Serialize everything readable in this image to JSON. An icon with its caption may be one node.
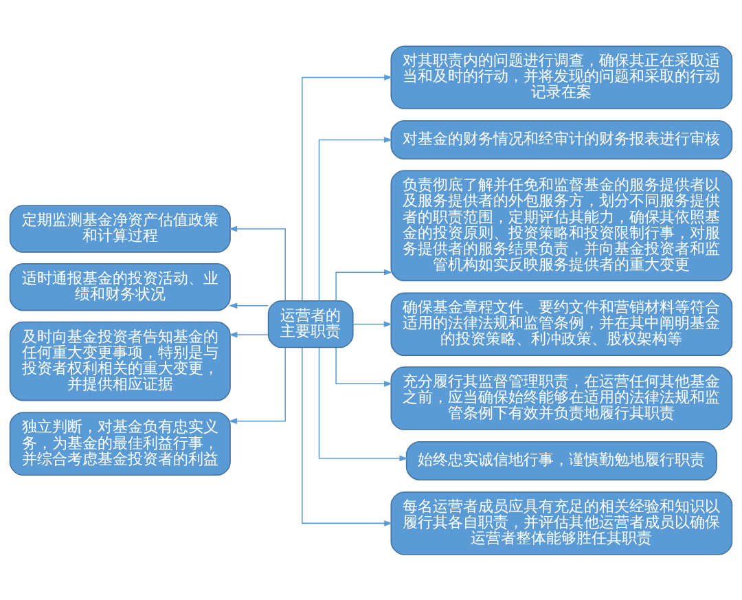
{
  "diagram": {
    "nodes": [
      {
        "text": [
          "运营者的主要职责"
        ]
      },
      {
        "text": [
          "定期监测基金净资产估值政策和计算过程"
        ]
      },
      {
        "text": [
          "适时通报基金的投资活动、业绩和财务状况"
        ]
      },
      {
        "text": [
          "及时向基金投资者告知基金的任何重大变更事项，特别是与投资者权利相关的重大变更，并提供相应证据"
        ]
      },
      {
        "text": [
          "独立判断，对基金负有忠实义务，为基金的最佳利益行事，并综合考虑基金投资者的利益"
        ]
      },
      {
        "text": [
          "对其职责内的问题进行调查，确保其正在采取适当和及时的行动，并将发现的问题和采取的行动记录在案"
        ]
      },
      {
        "text": [
          "对基金的财务情况和经审计的财务报表进行审核"
        ]
      },
      {
        "text": [
          "负责彻底了解并任免和监督基金的服务提供者以及服务提供者的外包服务方，划分不同服务提供者的职责范围，定期评估其能力，确保其依照基金的投资原则、投资策略和投资限制行事，对服务提供者的服务结果负责，并向基金投资者和监管机构如实反映服务提供者的重大变更"
        ]
      },
      {
        "text": [
          "确保基金章程文件、要约文件和营销材料等符合适用的法律法规和监管条例，并在其中阐明基金的投资策略、利冲政策、股权架构等"
        ]
      },
      {
        "text": [
          "充分履行其监督管理职责，在运营任何其他基金之前，应当确保始终能够在适用的法律法规和监管条例下有效并负责地履行其职责"
        ]
      },
      {
        "text": [
          "始终忠实诚信地行事，谨慎勤勉地履行职责"
        ]
      },
      {
        "text": [
          "每名运营者成员应具有充足的相关经验和知识以履行其各自职责，并评估其他运营者成员以确保运营者整体能够胜任其职责"
        ]
      }
    ],
    "edges": [
      {
        "from": 0,
        "to": 1,
        "arrow": "to"
      },
      {
        "from": 0,
        "to": 2,
        "arrow": "to"
      },
      {
        "from": 0,
        "to": 3,
        "arrow": "to"
      },
      {
        "from": 0,
        "to": 4,
        "arrow": "to"
      },
      {
        "from": 0,
        "to": 5,
        "arrow": "to"
      },
      {
        "from": 0,
        "to": 6,
        "arrow": "to"
      },
      {
        "from": 0,
        "to": 7,
        "arrow": "to"
      },
      {
        "from": 0,
        "to": 8,
        "arrow": "to"
      },
      {
        "from": 0,
        "to": 9,
        "arrow": "to"
      },
      {
        "from": 0,
        "to": 10,
        "arrow": "to"
      },
      {
        "from": 0,
        "to": 11,
        "arrow": "to"
      }
    ]
  }
}
